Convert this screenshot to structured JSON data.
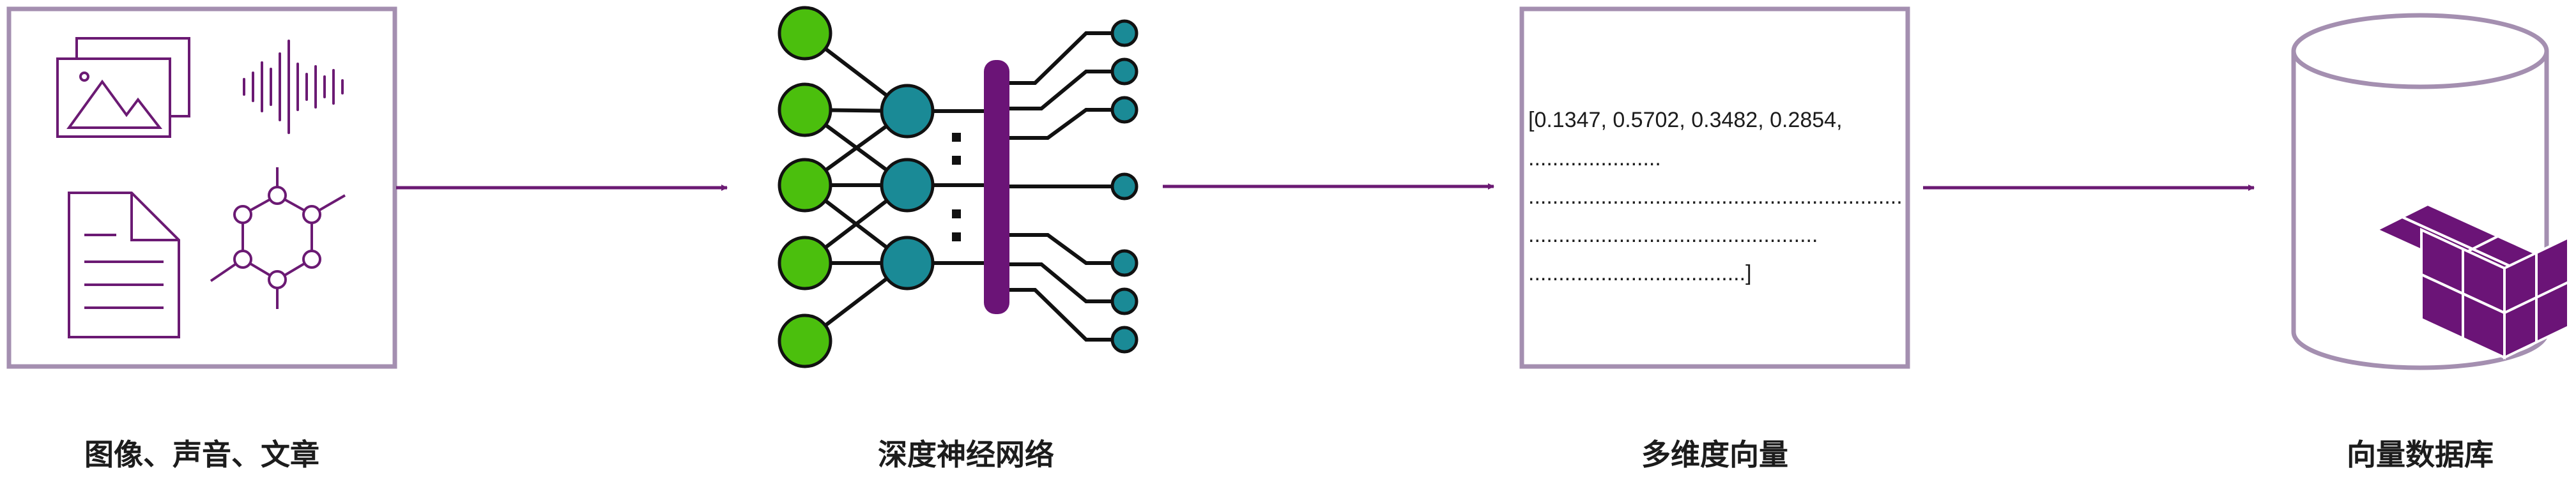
{
  "captions": {
    "media": "图像、声音、文章",
    "network": "深度神经网络",
    "vector": "多维度向量",
    "database": "向量数据库"
  },
  "vector_text": {
    "line1": "[0.1347, 0.5702, 0.3482, 0.2854,",
    "line2": "......................",
    "line3": "..............................................................",
    "line4": "................................................",
    "line5": "....................................]"
  },
  "colors": {
    "box_border": "#a48fb0",
    "arrow": "#6b1a73",
    "icon": "#6b1a73",
    "input_node": "#4bbf0d",
    "hidden_node": "#1a8a96",
    "bar": "#6b1477",
    "cube": "#6b1477"
  }
}
